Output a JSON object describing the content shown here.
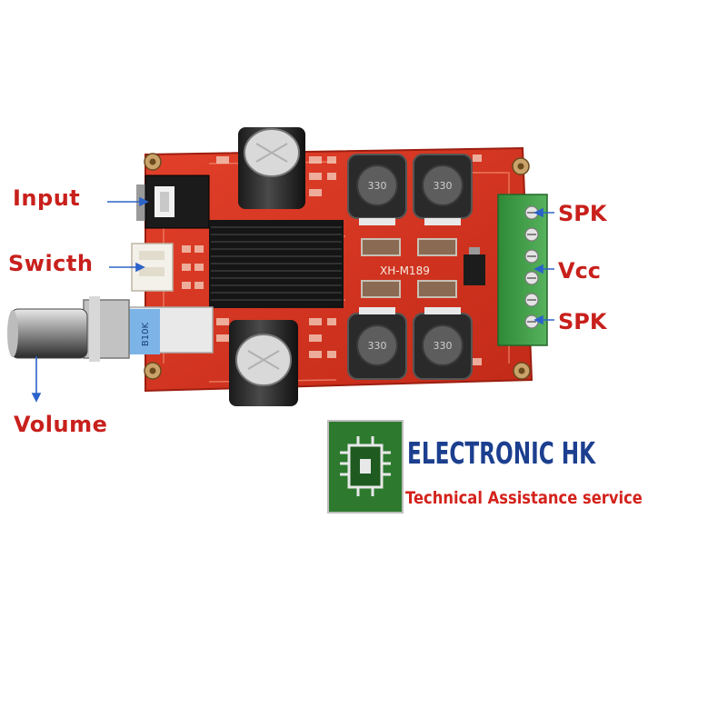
{
  "labels": {
    "input": "Input",
    "switch": "Swicth",
    "volume": "Volume",
    "spk_top": "SPK",
    "vcc": "Vcc",
    "spk_bottom": "SPK"
  },
  "board": {
    "model": "XH-M189",
    "inductor_marking": "330",
    "pot_marking": "B10K"
  },
  "logo": {
    "brand": "ELECTRONIC HK",
    "tagline": "Technical Assistance service"
  },
  "colors": {
    "label_red": "#c8201c",
    "pcb_red": "#d9331f",
    "arrow_blue": "#2b63c9",
    "brand_blue": "#1c3f8f",
    "logo_green": "#2d7a2f",
    "terminal_green": "#3f9a46"
  }
}
